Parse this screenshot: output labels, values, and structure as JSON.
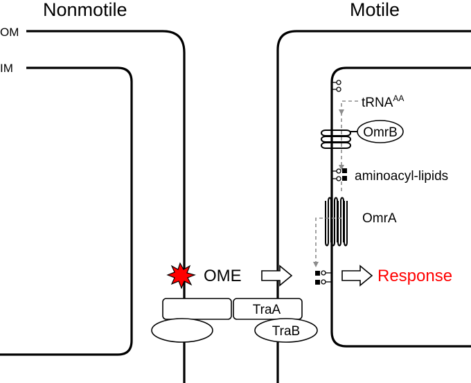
{
  "left_cell": {
    "title": "Nonmotile",
    "outer_membrane_label": "OM",
    "inner_membrane_label": "IM"
  },
  "right_cell": {
    "title": "Motile"
  },
  "labels": {
    "trna": "tRNA",
    "trna_superscript": "AA",
    "omrb": "OmrB",
    "aminoacyl_lipids": "aminoacyl-lipids",
    "omra": "OmrA",
    "ome": "OME",
    "response": "Response",
    "traa": "TraA",
    "trab": "TraB"
  },
  "colors": {
    "response_text": "#ff0000",
    "starburst_fill": "#ff0000",
    "dashed_arrow": "#8c8c8c"
  },
  "icons": [
    "red-starburst-icon",
    "hollow-arrow-icon",
    "lollipop-lipid-icon"
  ]
}
